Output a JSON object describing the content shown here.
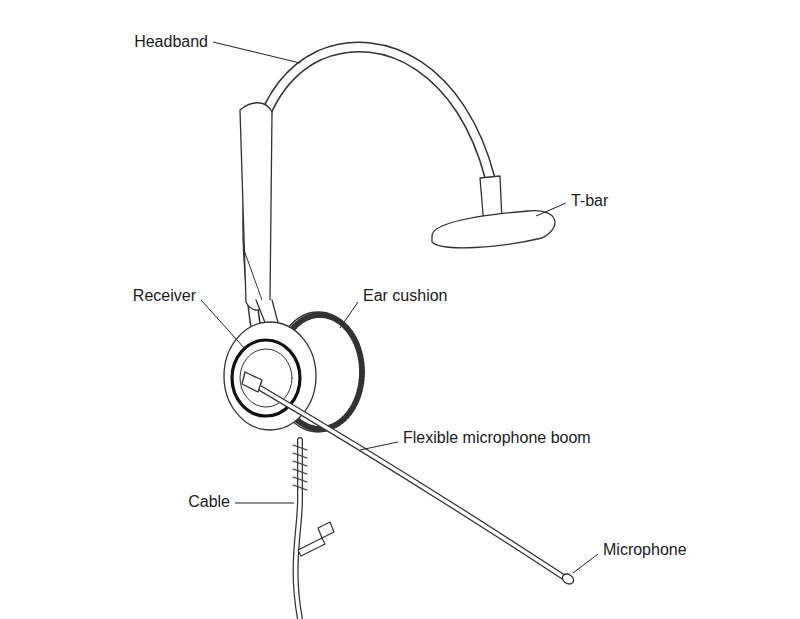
{
  "diagram": {
    "labels": [
      "Headband",
      "T-bar",
      "Receiver",
      "Ear cushion",
      "Flexible microphone boom",
      "Cable",
      "Microphone"
    ]
  }
}
